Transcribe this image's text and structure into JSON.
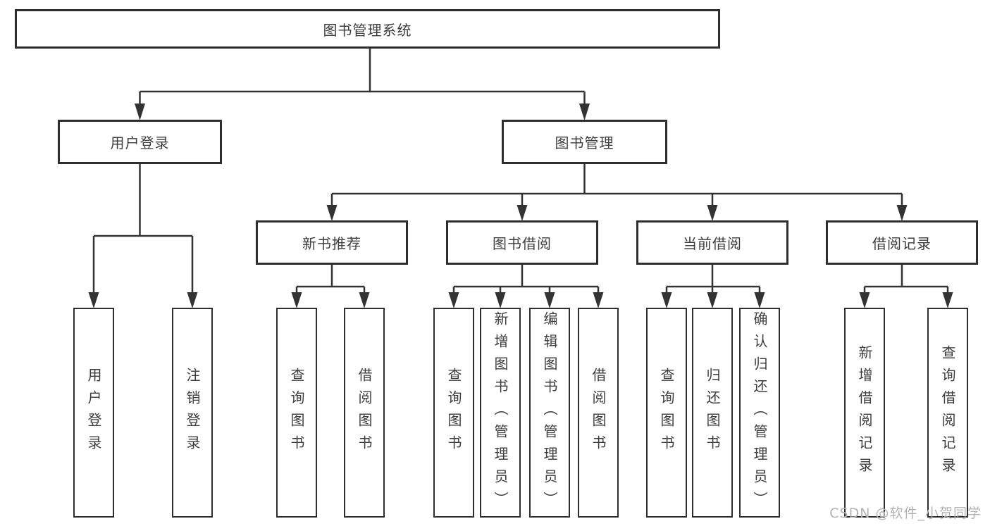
{
  "diagram_title": "图书管理系统",
  "nodes": {
    "root": "图书管理系统",
    "user_login": "用户登录",
    "book_mgmt": "图书管理",
    "new_book_rec": "新书推荐",
    "book_borrow": "图书借阅",
    "current_borrow": "当前借阅",
    "borrow_records": "借阅记录",
    "leaf_user_login": "用户登录",
    "leaf_logout": "注销登录",
    "rec_query": "查询图书",
    "rec_borrow": "借阅图书",
    "bb_query": "查询图书",
    "bb_add": "新增图书（管理员）",
    "bb_edit": "编辑图书（管理员）",
    "bb_borrow": "借阅图书",
    "cb_query": "查询图书",
    "cb_return": "归还图书",
    "cb_confirm": "确认归还（管理员）",
    "br_add": "新增借阅记录",
    "br_query": "查询借阅记录"
  },
  "watermark": {
    "text": "CSDN @软件_小贺同学"
  },
  "colors": {
    "line": "#333333",
    "border": "#2e2e2e",
    "text": "#3d3d3d",
    "watermark": "#b3b3b3",
    "background": "#ffffff"
  }
}
